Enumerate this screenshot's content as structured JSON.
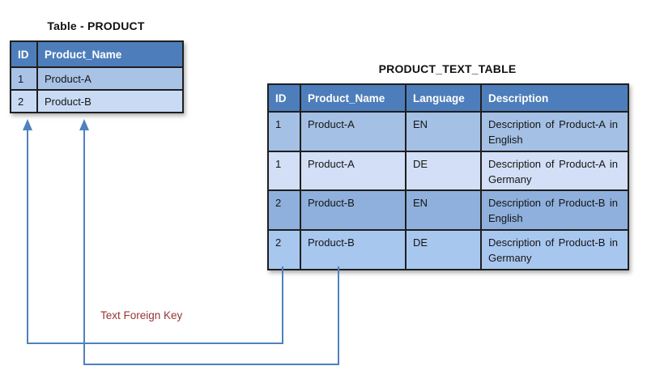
{
  "product_table": {
    "title": "Table - PRODUCT",
    "headers": [
      "ID",
      "Product_Name"
    ],
    "rows": [
      [
        "1",
        "Product-A"
      ],
      [
        "2",
        "Product-B"
      ]
    ]
  },
  "product_text_table": {
    "title": "PRODUCT_TEXT_TABLE",
    "headers": [
      "ID",
      "Product_Name",
      "Language",
      "Description"
    ],
    "rows": [
      [
        "1",
        "Product-A",
        "EN",
        "Description of Product-A in English"
      ],
      [
        "1",
        "Product-A",
        "DE",
        "Description of Product-A in Germany"
      ],
      [
        "2",
        "Product-B",
        "EN",
        "Description of Product-B in English"
      ],
      [
        "2",
        "Product-B",
        "DE",
        "Description of Product-B in Germany"
      ]
    ]
  },
  "foreign_key_label": "Text Foreign Key",
  "colors": {
    "header_bg": "#4d7ebb",
    "header_text": "#ffffff",
    "product_row_1": "#a9c3e6",
    "product_row_2": "#c9dbf4",
    "text_row_1": "#a4c0e4",
    "text_row_2": "#d2dff6",
    "text_row_3": "#8fb0dc",
    "text_row_4": "#a8c7ef",
    "table_border": "#1f1f1f",
    "connector_line": "#4f81bd",
    "fk_label_text": "#943634"
  }
}
